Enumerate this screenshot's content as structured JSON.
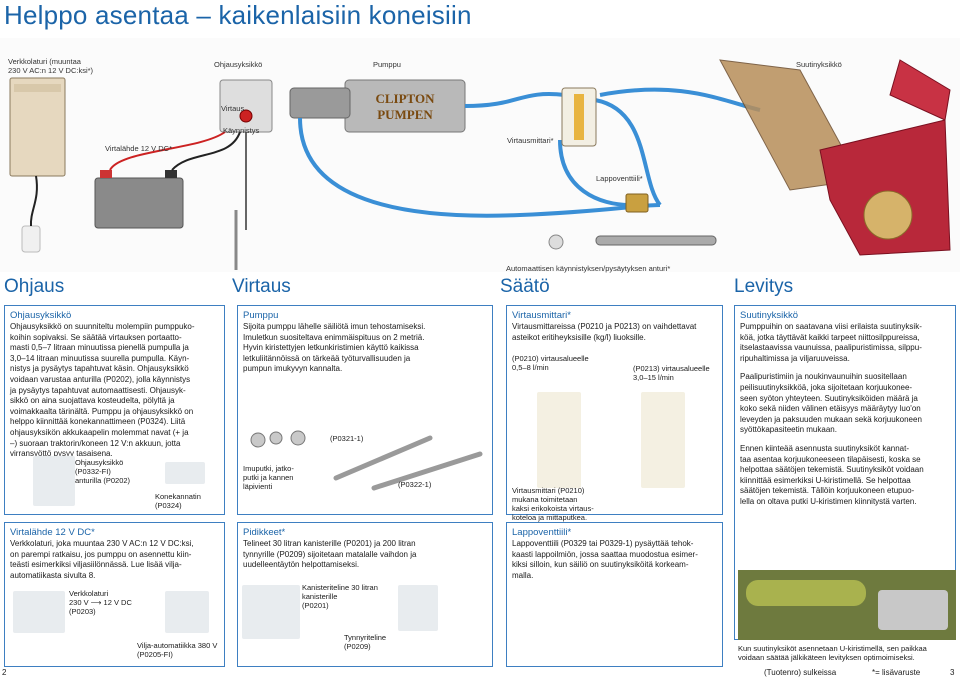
{
  "title": "Helppo asentaa – kaikenlaisiin koneisiin",
  "hero": {
    "cap_verkkolaturi": "Verkkolaturi (muuntaa\n230 V AC:n 12 V DC:ksi*)",
    "cap_ohjausyksikko": "Ohjausyksikkö",
    "cap_pumppu": "Pumppu",
    "cap_suutinyksikko": "Suutinyksikkö",
    "cap_virtaus": "Virtaus",
    "cap_kaynnistys": "Käynnistys",
    "cap_virtalahde": "Virtalähde 12 V DC*",
    "cap_virtausmittari": "Virtausmittari*",
    "cap_lappoventtiili": "Lappoventtiili*",
    "cap_anturi": "Automaattisen käynnistyksen/pysäytyksen anturi*",
    "pump_brand_1": "CLIPTON",
    "pump_brand_2": "PUMPEN"
  },
  "sections": [
    "Ohjaus",
    "Virtaus",
    "Säätö",
    "Levitys"
  ],
  "col1": {
    "h1": "Ohjausyksikkö",
    "t1": "Ohjausyksikkö on suunniteltu molempiin pumppuko-\nkoihin sopivaksi. Se säätää virtauksen portaatto-\nmasti 0,5–7 litraan minuutissa pienellä pumpulla ja\n3,0–14 litraan minuutissa suurella pumpulla. Käyn-\nnistys ja pysäytys tapahtuvat käsin. Ohjausyksikkö\nvoidaan varustaa anturilla (P0202), jolla käynnistys\nja pysäytys tapahtuvat automaattisesti. Ohjausyk-\nsikkö on aina suojattava kosteudelta, pölyltä ja\nvoimakkaalta tärinältä. Pumppu ja ohjausyksikkö on\nhelppo kiinnittää konekannattimeen (P0324). Liitä\nohjausyksikön akkukaapelin molemmat navat (+ ja\n–) suoraan traktorin/koneen 12 V:n akkuun, jotta\nvirransyöttö pysyy tasaisena.",
    "p1": "Ohjausyksikkö\n(P0332-FI)\nanturilla (P0202)",
    "p2": "Konekannatin\n(P0324)",
    "h2": "Virtalähde 12 V DC*",
    "t2": "Verkkolaturi, joka muuntaa 230 V AC:n 12 V DC:ksi,\non parempi ratkaisu, jos pumppu on asennettu kiin-\nteästi esimerkiksi viljasiilönnässä. Lue lisää vilja-\nautomatiikasta sivulta 8.",
    "p3": "Verkkolaturi\n230 V ⟶ 12 V DC\n(P0203)",
    "p4": "Vilja-automatiikka 380 V\n(P0205-FI)"
  },
  "col2": {
    "h1": "Pumppu",
    "t1": "Sijoita pumppu lähelle säiliötä imun tehostamiseksi.\nImuletkun suositeltava enimmäispituus on 2 metriä.\nHyvin kiristettyjen letkunkiristimien käyttö kaikissa\nletkuliitännöissä on tärkeää työturvallisuuden ja\npumpun imukyvyn kannalta.",
    "p1": "(P0321-1)",
    "p2": "Imuputki, jatko-\nputki ja kannen\nläpivienti",
    "p3": "(P0322-1)",
    "h2": "Pidikkeet*",
    "t2": "Telineet 30 litran kanisterille (P0201) ja 200 litran\ntynnyrille (P0209) sijoitetaan matalalle vaihdon ja\nuudelleentäytön helpottamiseksi.",
    "p4": "Kanisteriteline 30 litran\nkanisterille\n(P0201)",
    "p5": "Tynnyriteline\n(P0209)"
  },
  "col3": {
    "h1": "Virtausmittari*",
    "t1": "Virtausmittareissa (P0210 ja P0213) on vaihdettavat\nasteikot eritiheyksisille (kg/l) liuoksille.",
    "p1": "(P0210) virtausalueelle\n0,5–8 l/min",
    "p2": "(P0213) virtausalueelle\n3,0–15 l/min",
    "p3": "Virtausmittari (P0210)\nmukana toimitetaan\nkaksi erikokoista virtaus-\nkoteloa ja mittaputkea.",
    "h2": "Lappoventtiili*",
    "t2": "Lappoventtiili (P0329 tai P0329-1) pysäyttää tehok-\nkaasti lappoilmiön, jossa saattaa muodostua esimer-\nkiksi silloin, kun säiliö on suutinyksiköitä korkeam-\nmalla."
  },
  "col4": {
    "h1": "Suutinyksikkö",
    "t1": "Pumppuihin on saatavana viisi erilaista suutinyksik-\nköä, jotka täyttävät kaikki tarpeet niittosilppureissa,\nitselastaavissa vaunuissa, paalipuristimissa, silppu-\nripuhaltimissa ja viljaruuveissa.",
    "t2": "Paalipuristimiin ja noukinvaunuihin suositellaan\npeilisuutinyksikköä, joka sijoitetaan korjuukonee-\nseen syöton yhteyteen. Suutinyksiköiden määrä ja\nkoko sekä niiden välinen etäisyys määräytyy luo'on\nleveyden ja paksuuden mukaan sekä korjuukoneen\nsyöttökapasiteetin mukaan.",
    "t3": "Ennen kiinteää asennusta suutinyksiköt kannat-\ntaa asentaa korjuukoneeseen tilapäisesti, koska se\nhelpottaa säätöjen tekemistä. Suutinyksiköt voidaan\nkiinnittää esimerkiksi U-kiristimellä. Se helpottaa\nsäätöjen tekemistä. Tällöin korjuukoneen etupuo-\nlella on oltava putki U-kiristimen kiinnitystä varten.",
    "p1": "Kun suutinyksiköt asennetaan U-kiristimellä, sen paikkaa\nvoidaan säätää jälkikäteen levityksen optimoimiseksi."
  },
  "footer": {
    "page_left": "2",
    "note": "(Tuotenro) sulkeissa",
    "legend": "*= lisävaruste",
    "page_right": "3"
  },
  "colors": {
    "accent": "#1b64a8",
    "border": "#3e7fc1",
    "hose": "#3a8fd6",
    "red": "#b8283a"
  }
}
